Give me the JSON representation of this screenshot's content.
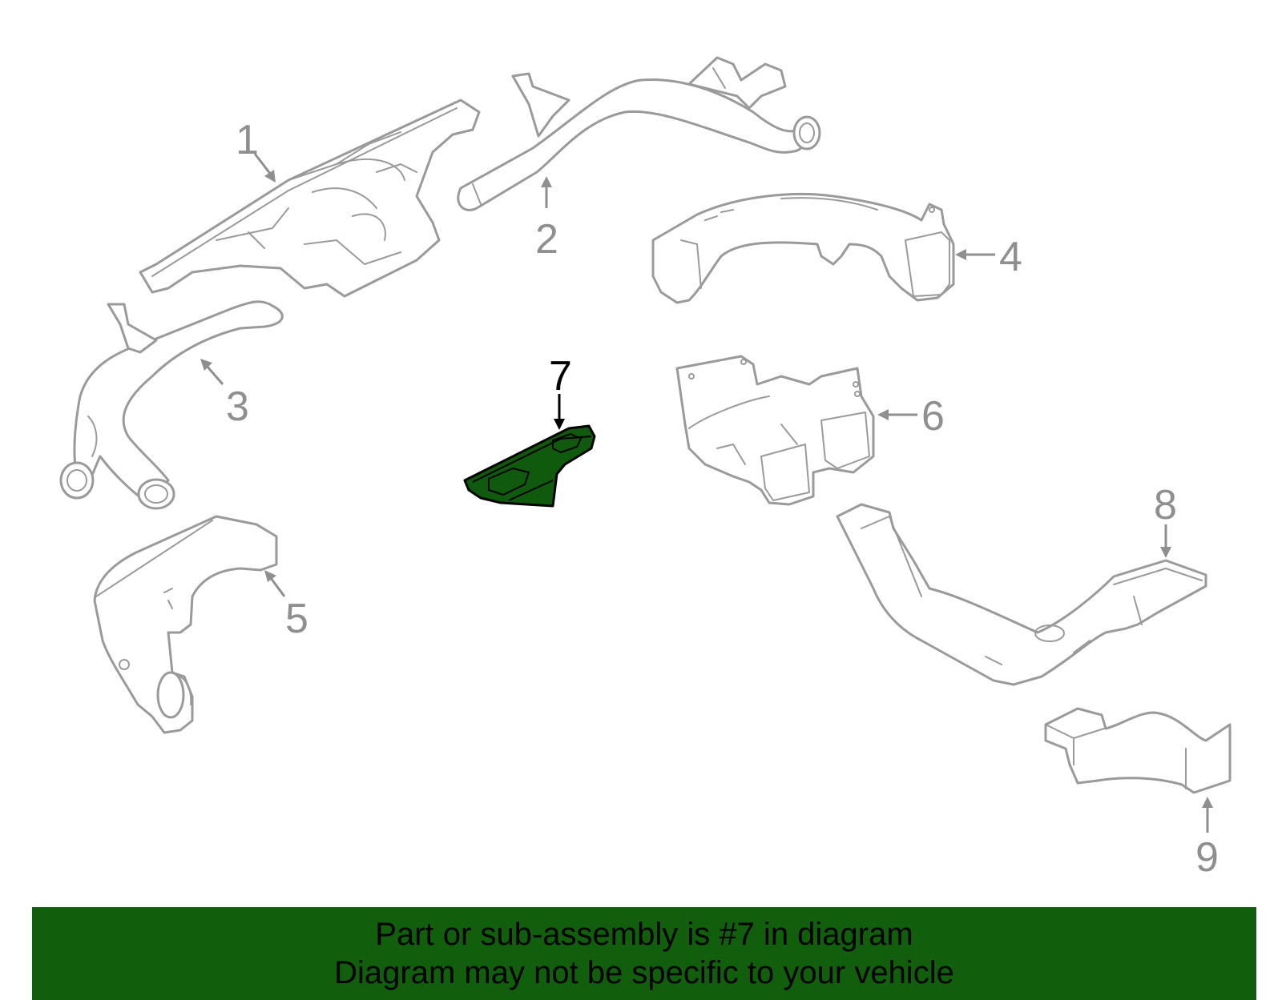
{
  "callouts": [
    {
      "id": "1",
      "label": "1"
    },
    {
      "id": "2",
      "label": "2"
    },
    {
      "id": "3",
      "label": "3"
    },
    {
      "id": "4",
      "label": "4"
    },
    {
      "id": "5",
      "label": "5"
    },
    {
      "id": "6",
      "label": "6"
    },
    {
      "id": "7",
      "label": "7"
    },
    {
      "id": "8",
      "label": "8"
    },
    {
      "id": "9",
      "label": "9"
    }
  ],
  "highlighted_part": "7",
  "colors": {
    "highlight_fill": "#0f5a0c",
    "footer_background": "#115f0c",
    "part_outline": "#9a9a9a",
    "callout_text": "#8f8f8f"
  },
  "footer": {
    "line1": "Part or sub-assembly is #7 in diagram",
    "line2": "Diagram may not be specific to your vehicle"
  }
}
